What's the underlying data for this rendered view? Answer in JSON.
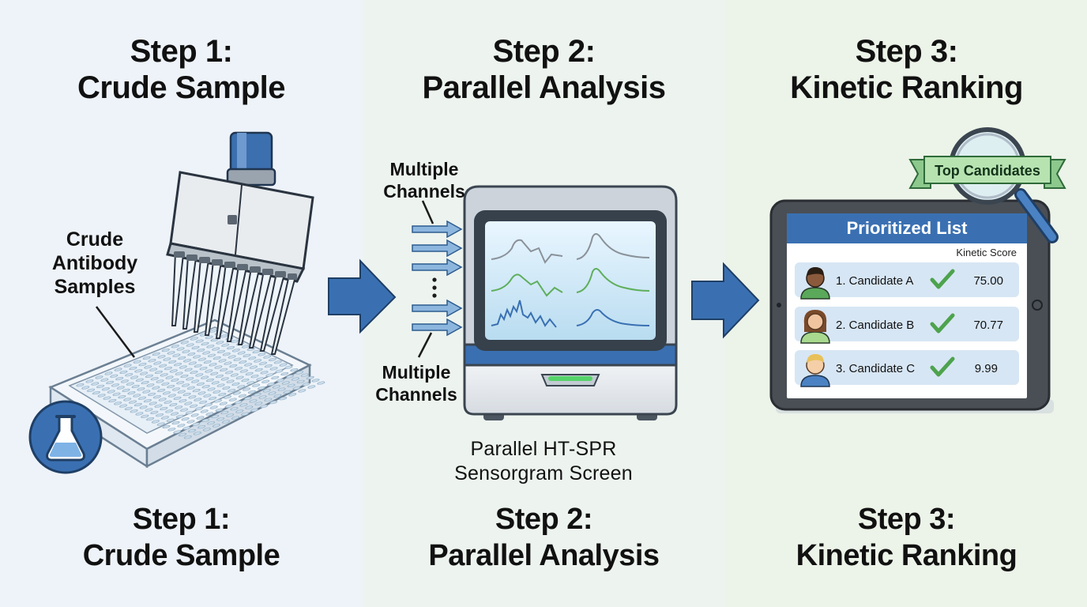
{
  "step1": {
    "title_line1": "Step 1:",
    "title_line2": "Crude Sample",
    "label_line1": "Crude",
    "label_line2": "Antibody",
    "label_line3": "Samples",
    "icon": "flask-icon"
  },
  "step2": {
    "title_line1": "Step 2:",
    "title_line2": "Parallel Analysis",
    "channels_top_line1": "Multiple",
    "channels_top_line2": "Channels",
    "channels_bottom_line1": "Multiple",
    "channels_bottom_line2": "Channels",
    "instrument_line1": "Parallel HT-SPR",
    "instrument_line2": "Sensorgram Screen"
  },
  "step3": {
    "title_line1": "Step 3:",
    "title_line2": "Kinetic Ranking",
    "banner": "Top Candidates",
    "list_title": "Prioritized List",
    "score_header": "Kinetic Score",
    "candidates": [
      {
        "label": "1. Candidate A",
        "score": "75.00"
      },
      {
        "label": "2. Candidate B",
        "score": "70.77"
      },
      {
        "label": "3. Candidate C",
        "score": "9.99"
      }
    ]
  },
  "colors": {
    "accent_blue": "#3a70b2",
    "check_green": "#4da34d",
    "panel1_bg": "#eef3f9",
    "panel2_bg": "#edf3ee",
    "panel3_bg": "#ecf3e8"
  }
}
